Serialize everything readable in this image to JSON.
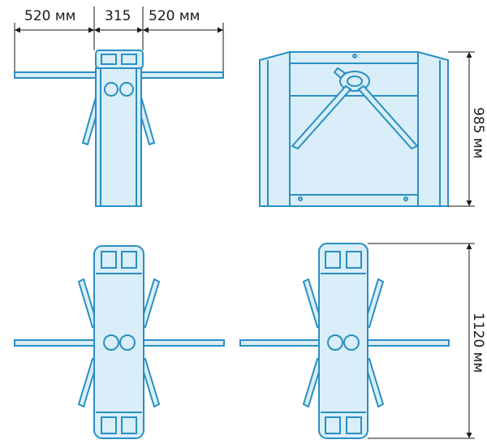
{
  "dimensions": {
    "left_arm": "520 мм",
    "body_width": "315",
    "right_arm": "520 мм",
    "height": "985 мм",
    "length": "1120 мм"
  },
  "colors": {
    "outline": "#2a8fc1",
    "body_fill": "#d9eef8",
    "dimension_line": "#1a1a1a"
  }
}
